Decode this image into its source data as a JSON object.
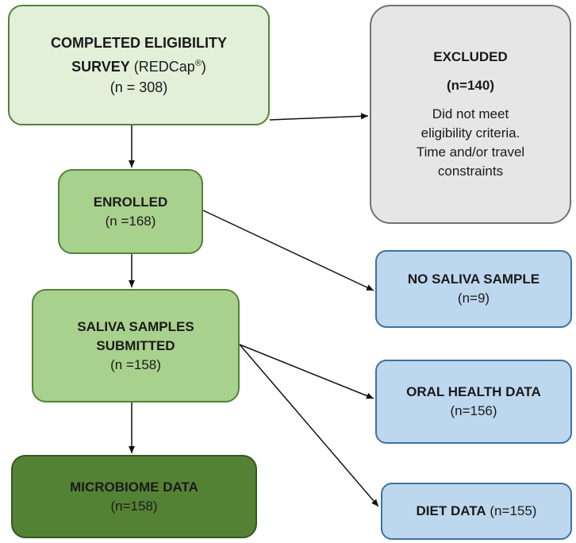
{
  "colors": {
    "light_green": "#e2efd9",
    "mid_green": "#a9d18e",
    "dark_green": "#548235",
    "grey": "#e7e6e6",
    "blue": "#bdd7ee",
    "border_green": "#548235",
    "border_grey": "#767171",
    "border_blue": "#41719c"
  },
  "nodes": {
    "survey": {
      "line1": "COMPLETED  ELIGIBILITY",
      "line2_bold": "SURVEY",
      "line2_normal": " (REDCap",
      "line2_sup": "®",
      "line2_close": ")",
      "count": "(n = 308)"
    },
    "excluded": {
      "title": "EXCLUDED",
      "count": "(n=140)",
      "line1": "Did not meet",
      "line2": "eligibility criteria.",
      "line3": "Time and/or travel",
      "line4": "constraints"
    },
    "enrolled": {
      "title": "ENROLLED",
      "count": "(n =168)"
    },
    "saliva": {
      "line1": "SALIVA SAMPLES",
      "line2": "SUBMITTED",
      "count": "(n =158)"
    },
    "microbiome": {
      "title": "MICROBIOME DATA",
      "count": "(n=158)"
    },
    "no_saliva": {
      "title": "NO SALIVA SAMPLE",
      "count": "(n=9)"
    },
    "oral_health": {
      "title": "ORAL HEALTH DATA",
      "count": "(n=156)"
    },
    "diet": {
      "title": "DIET DATA",
      "count": " (n=155)"
    }
  }
}
